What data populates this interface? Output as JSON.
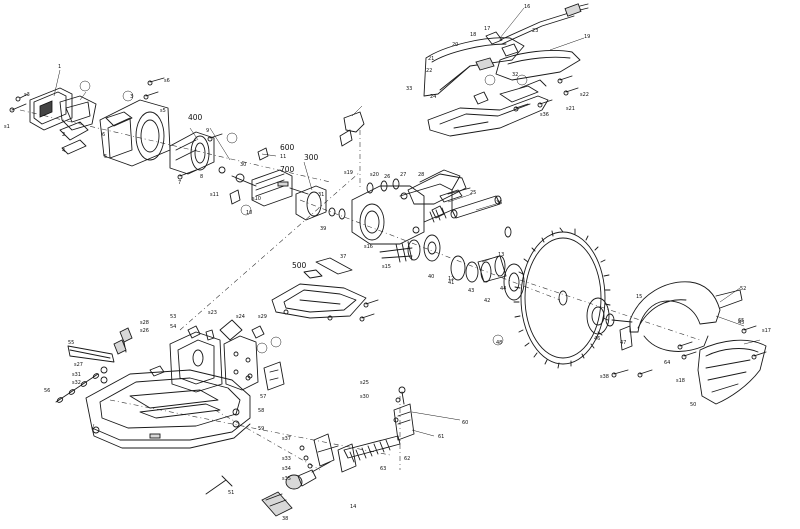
{
  "diagram": {
    "labels": {
      "l1": "1",
      "l2": "2",
      "l3": "3",
      "l4": "4",
      "l5": "5",
      "l6": "6",
      "l7": "7",
      "l8": "8",
      "l9": "9",
      "l10": "10",
      "l11": "11",
      "l12": "12",
      "l13": "13",
      "l14": "14",
      "l15": "15",
      "l16": "16",
      "l17": "17",
      "l18": "18",
      "l19": "19",
      "l20": "20",
      "l21": "21",
      "l22": "22",
      "l23": "23",
      "l24": "24",
      "l25": "25",
      "l26": "26",
      "l27": "27",
      "l28": "28",
      "l30": "30",
      "l31": "31",
      "l32": "32",
      "l33": "33",
      "l36": "36",
      "l37": "37",
      "l38": "38",
      "l39": "39",
      "l40": "40",
      "l41": "41",
      "l42": "42",
      "l43": "43",
      "l44": "44",
      "l45": "45",
      "l46": "46",
      "l47": "47",
      "l48": "48",
      "l50": "50",
      "l51": "51",
      "l52": "52",
      "l53": "53",
      "l54": "54",
      "l55": "55",
      "l56": "56",
      "l57": "57",
      "l58": "58",
      "l59": "59",
      "l60": "60",
      "l61": "61",
      "l62": "62",
      "l63": "63",
      "l64": "64",
      "l65": "65",
      "l300": "300",
      "l400": "400",
      "l500": "500",
      "l600": "600",
      "l700": "700",
      "s1": "s1",
      "s3": "s3",
      "s5": "s5",
      "s6": "s6",
      "s10": "s10",
      "s11": "s11",
      "s15": "s15",
      "s16": "s16",
      "s17": "s17",
      "s18": "s18",
      "s19": "s19",
      "s20": "s20",
      "s21": "s21",
      "s22": "s22",
      "s23": "s23",
      "s24": "s24",
      "s25": "s25",
      "s26": "s26",
      "s27": "s27",
      "s28": "s28",
      "s29": "s29",
      "s30": "s30",
      "s31": "s31",
      "s32": "s32",
      "s33": "s33",
      "s34": "s34",
      "s35": "s35",
      "s36": "s36",
      "s37": "s37",
      "s38": "s38"
    }
  }
}
